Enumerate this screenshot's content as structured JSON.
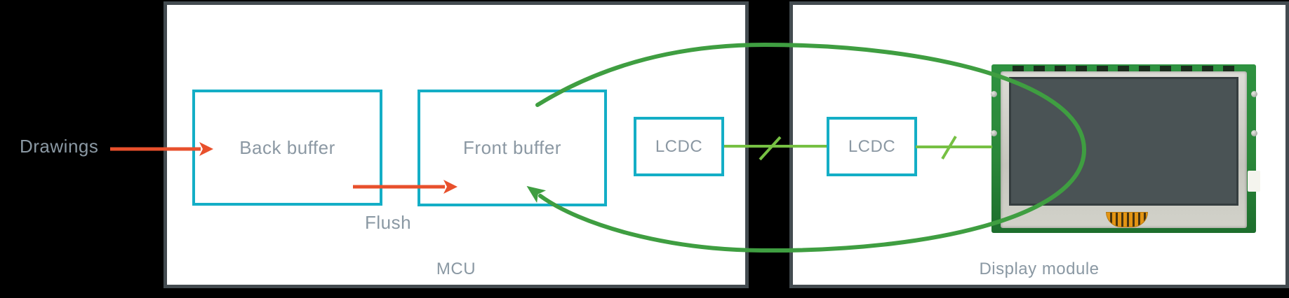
{
  "panels": {
    "mcu": {
      "label": "MCU"
    },
    "display": {
      "label": "Display module"
    }
  },
  "nodes": {
    "back_buffer": {
      "label": "Back buffer"
    },
    "front_buffer": {
      "label": "Front buffer"
    },
    "lcdc_mcu": {
      "label": "LCDC"
    },
    "lcdc_display": {
      "label": "LCDC"
    }
  },
  "annotations": {
    "drawings": "Drawings",
    "flush": "Flush"
  },
  "colors": {
    "background": "#000000",
    "panel_fill": "#ffffff",
    "panel_border": "#434b50",
    "node_border_cyan": "#14aec6",
    "arrow_red": "#e8502c",
    "refresh_loop_green": "#3f9e41",
    "bus_line_green": "#76c043",
    "label_gray": "#8a98a3",
    "lcd_screen": "#4a5355",
    "pcb_green": "#2a8739",
    "connector_orange": "#e39413"
  }
}
